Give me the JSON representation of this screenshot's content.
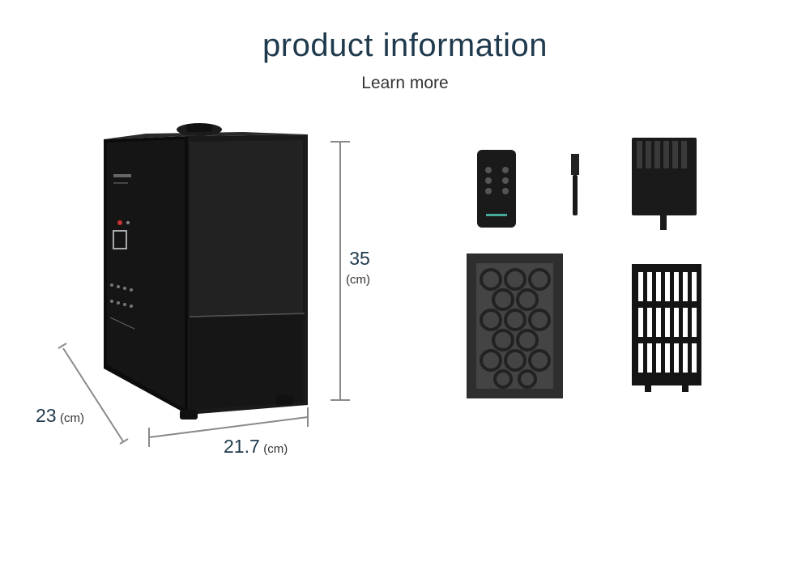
{
  "header": {
    "title": "product information",
    "subtitle": "Learn more"
  },
  "dimensions": {
    "height": {
      "value": "35",
      "unit": "(cm)"
    },
    "depth": {
      "value": "23",
      "unit": "(cm)"
    },
    "width": {
      "value": "21.7",
      "unit": "(cm)"
    }
  },
  "colors": {
    "title": "#1f3a4d",
    "product_body": "#111111",
    "dimension_line": "#8a8a8a"
  }
}
